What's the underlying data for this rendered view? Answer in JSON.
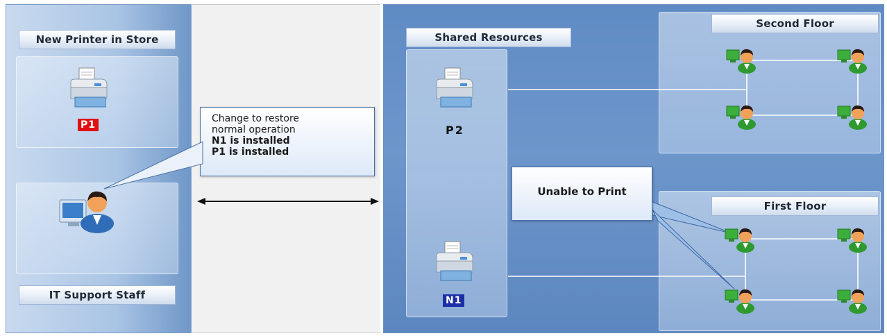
{
  "left": {
    "header": "New Printer in Store",
    "printer_badge": "P1",
    "footer": "IT Support Staff"
  },
  "callout_change": {
    "line1": "Change to restore",
    "line2": "normal operation",
    "line3": "N1 is installed",
    "line4": "P1 is installed"
  },
  "right": {
    "shared_header": "Shared Resources",
    "printer_p2_label": "P2",
    "printer_n1_badge": "N1",
    "second_floor_header": "Second Floor",
    "first_floor_header": "First Floor",
    "unable_callout": "Unable to Print"
  },
  "colors": {
    "p1_badge": "#e01010",
    "n1_badge": "#1c2fa8",
    "connector_line": "#ffffff",
    "arrow": "#111111"
  },
  "icons": [
    "printer-icon",
    "support-user-icon",
    "workstation-user-icon",
    "double-arrow-icon"
  ]
}
